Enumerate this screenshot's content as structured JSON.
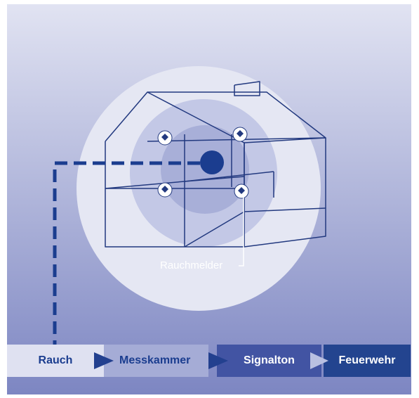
{
  "colors": {
    "background_top": "#dfe2f1",
    "background_bottom": "#8089c4",
    "accent_dark_blue": "#1b3d8f",
    "outline_blue": "#22397f"
  },
  "labels": {
    "detector": "Rauchmelder"
  },
  "process": {
    "steps": [
      {
        "label": "Rauch"
      },
      {
        "label": "Messkammer"
      },
      {
        "label": "Signalton"
      },
      {
        "label": "Feuerwehr"
      }
    ]
  }
}
